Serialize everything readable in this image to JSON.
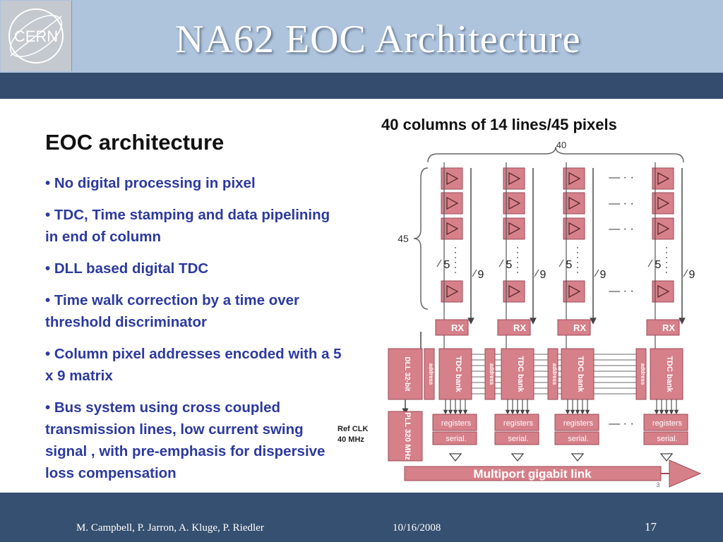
{
  "header": {
    "logo_text": "CERN",
    "title": "NA62  EOC Architecture"
  },
  "slide": {
    "heading": "EOC architecture",
    "bullets": [
      "• No digital processing in pixel",
      "•  TDC, Time stamping and data pipelining in end of column",
      "• DLL based digital TDC",
      "• Time walk correction by a time over threshold discriminator",
      "• Column pixel addresses encoded with a 5 x 9 matrix",
      "• Bus system using cross coupled transmission lines, low current swing signal , with pre-emphasis for dispersive loss compensation"
    ]
  },
  "diagram": {
    "title": "40 columns of 14 lines/45 pixels",
    "count_columns": "40",
    "count_pixels": "45",
    "bus_width_a": "5",
    "bus_width_b": "9",
    "rx_label": "RX",
    "address_label": "address",
    "tdc_label": "TDC bank",
    "registers_label": "registers",
    "serial_label": "serial.",
    "dll_label": "DLL 32-bit",
    "pll_label": "PLL 320 MHz",
    "ref_clk_line1": "Ref CLK",
    "ref_clk_line2": "40 MHz",
    "link_label": "Multiport gigabit link",
    "page_marker": "3",
    "colors": {
      "block_fill": "#d6808a",
      "block_stroke": "#9c4a55",
      "label_color": "#ffffff"
    }
  },
  "footer": {
    "authors": "M. Campbell, P. Jarron, A. Kluge, P. Riedler",
    "date": "10/16/2008",
    "page": "17"
  }
}
